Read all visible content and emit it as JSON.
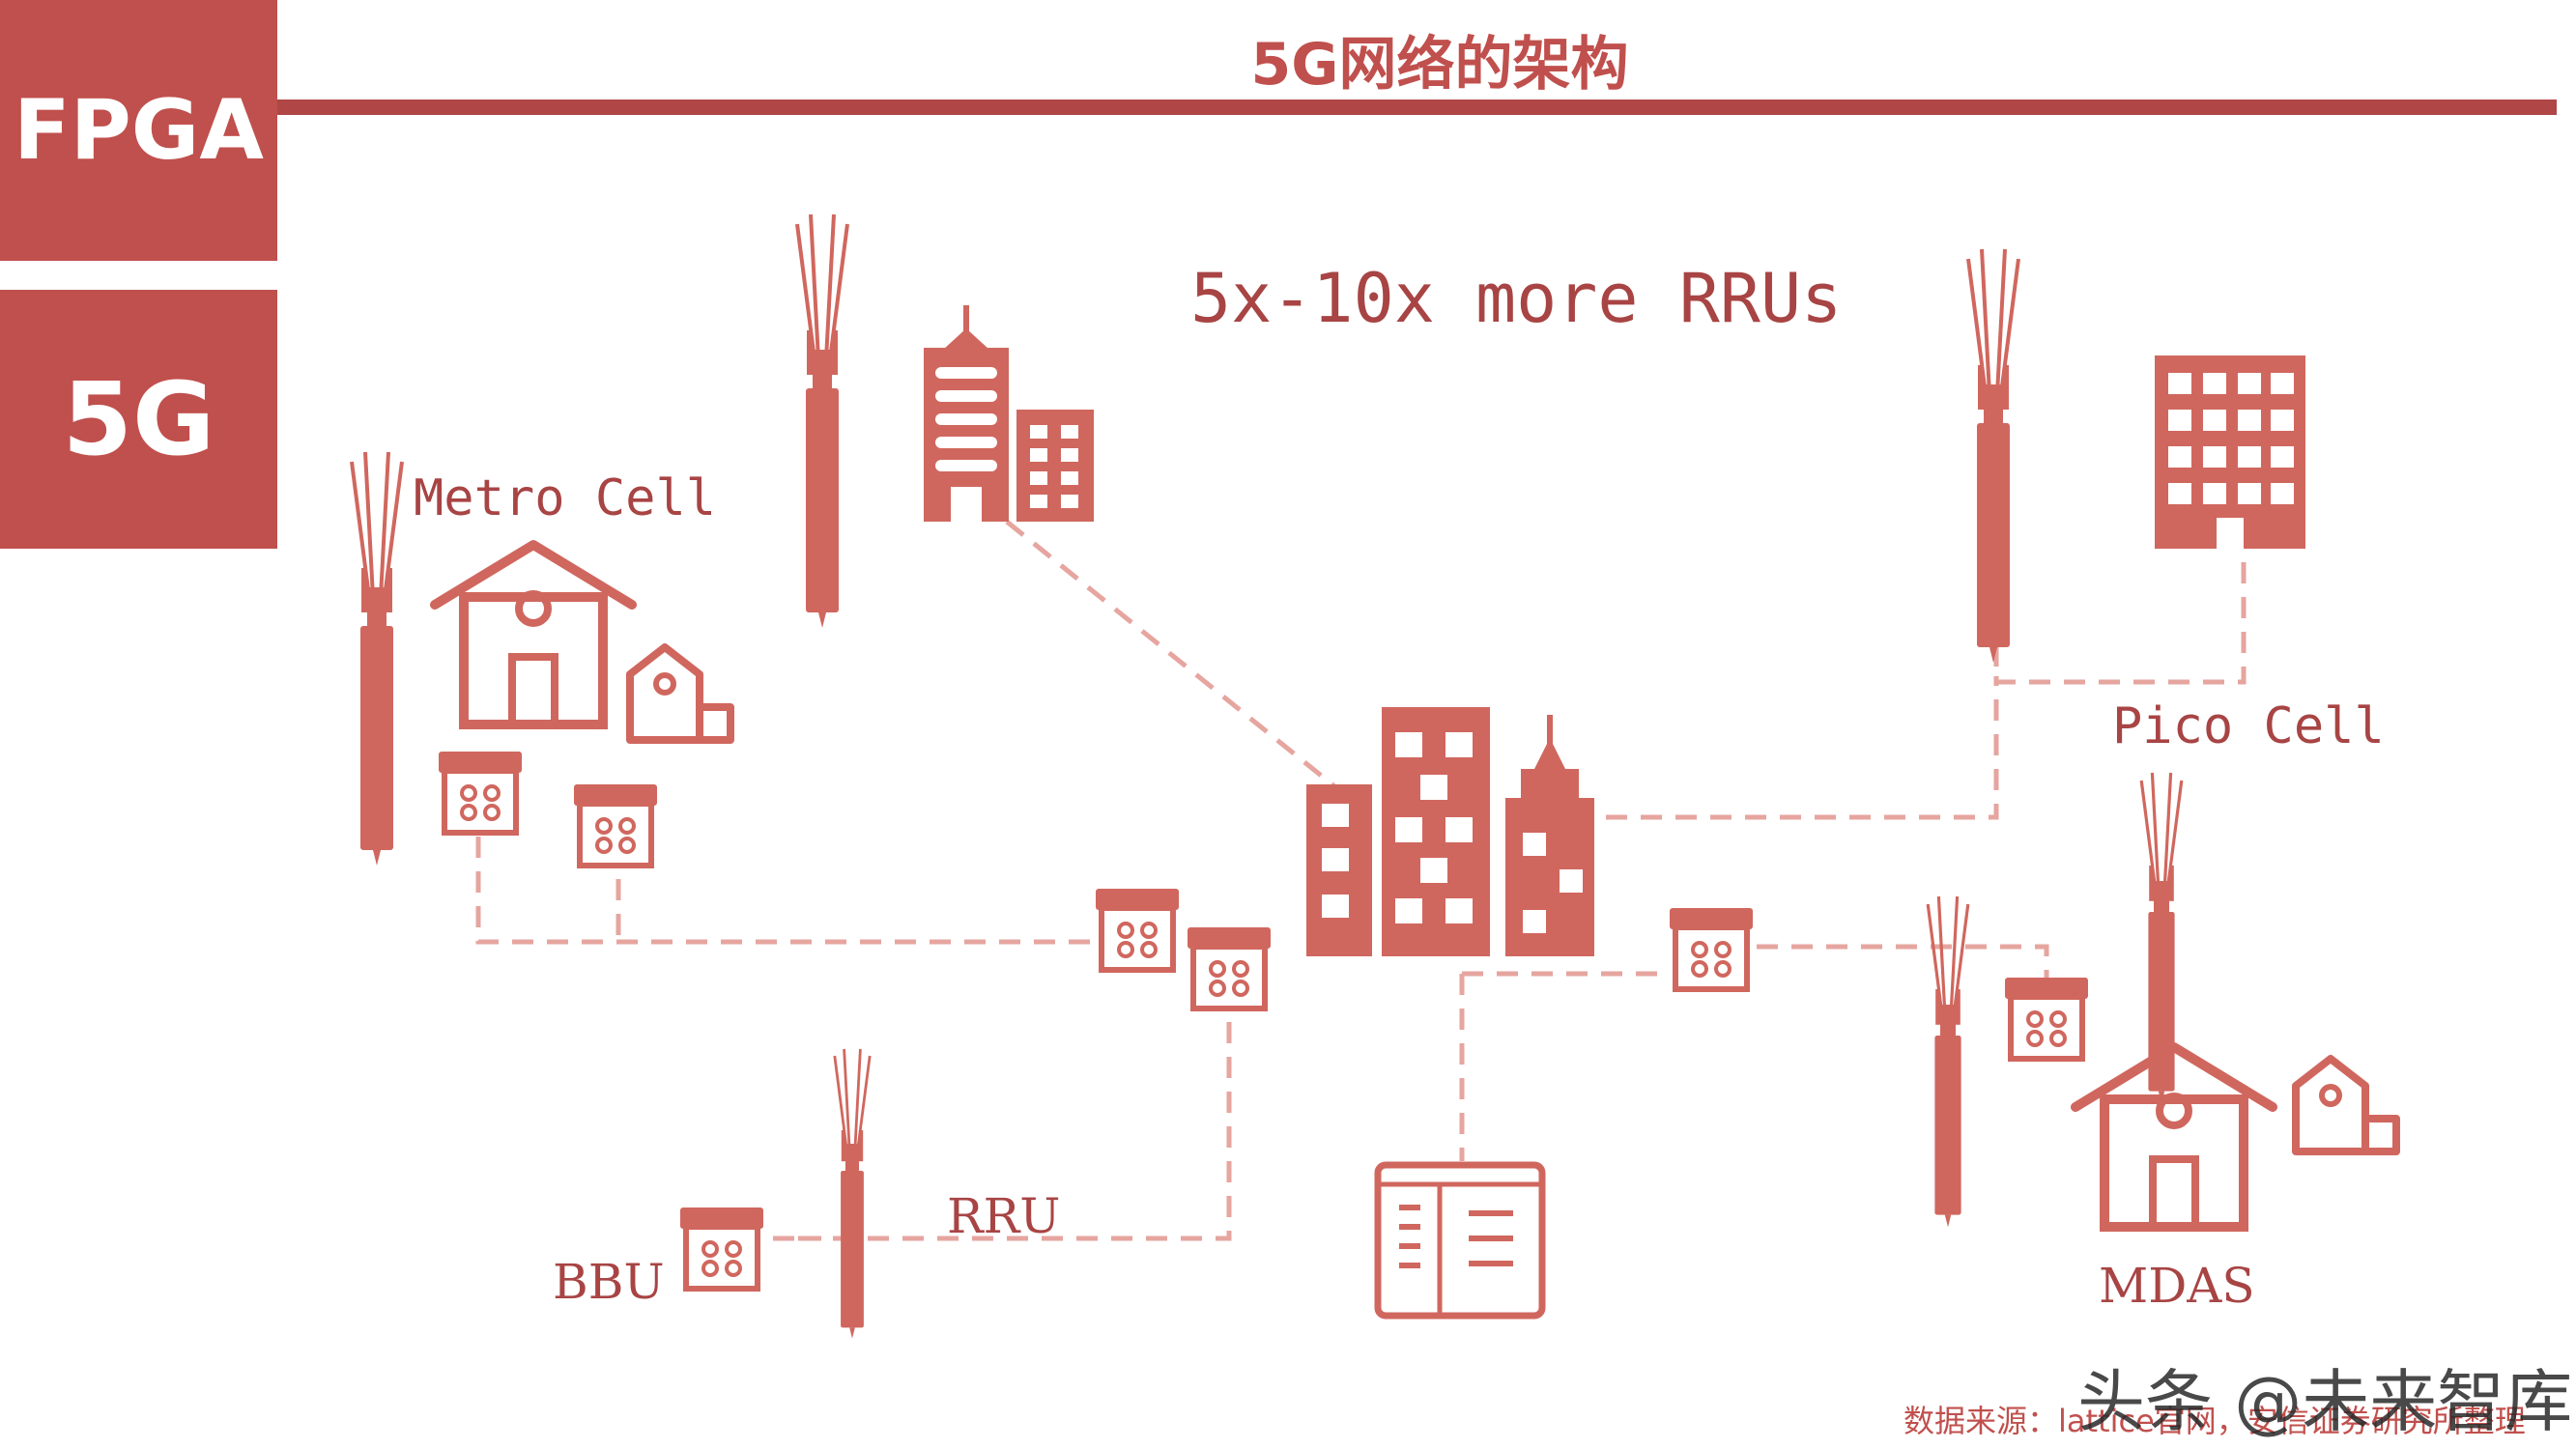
{
  "header": {
    "badge_top": "FPGA",
    "badge_bottom": "5G",
    "title": "5G网络的架构"
  },
  "diagram": {
    "headline": "5x-10x more RRUs",
    "labels": {
      "metro_cell": "Metro Cell",
      "pico_cell": "Pico Cell",
      "bbu": "BBU",
      "rru": "RRU",
      "mdas": "MDAS"
    }
  },
  "footer": {
    "source": "数据来源：lattice官网，安信证券研究所整理",
    "watermark": "头条 @未来智库"
  },
  "colors": {
    "accent": "#c0504d",
    "icon": "#d0675e",
    "link": "#e6a59f",
    "label": "#a84444"
  }
}
